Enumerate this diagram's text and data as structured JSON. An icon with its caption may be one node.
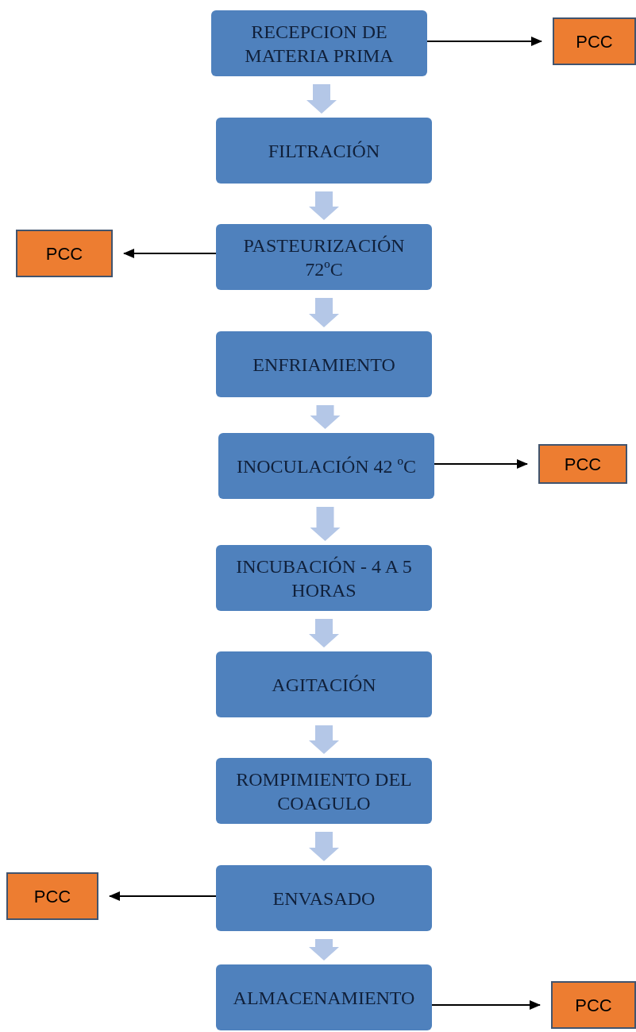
{
  "diagram": {
    "nodes": [
      {
        "text": [
          "RECEPCION DE MATERIA PRIMA"
        ]
      },
      {
        "text": [
          "FILTRACIÓN"
        ]
      },
      {
        "text": [
          "PASTEURIZACIÓN 72ºC"
        ]
      },
      {
        "text": [
          "ENFRIAMIENTO"
        ]
      },
      {
        "text": [
          "INOCULACIÓN 42 ºC"
        ]
      },
      {
        "text": [
          "INCUBACIÓN - 4 A 5 HORAS"
        ]
      },
      {
        "text": [
          "AGITACIÓN"
        ]
      },
      {
        "text": [
          "ROMPIMIENTO DEL COAGULO"
        ]
      },
      {
        "text": [
          "ENVASADO"
        ]
      },
      {
        "text": [
          "ALMACENAMIENTO"
        ]
      },
      {
        "text": [
          "PCC"
        ]
      },
      {
        "text": [
          "PCC"
        ]
      },
      {
        "text": [
          "PCC"
        ]
      },
      {
        "text": [
          "PCC"
        ]
      },
      {
        "text": [
          "PCC"
        ]
      }
    ],
    "edges": [
      {
        "from": 0,
        "to": 1,
        "arrow": "to"
      },
      {
        "from": 1,
        "to": 2,
        "arrow": "to"
      },
      {
        "from": 2,
        "to": 3,
        "arrow": "to"
      },
      {
        "from": 3,
        "to": 4,
        "arrow": "to"
      },
      {
        "from": 4,
        "to": 5,
        "arrow": "to"
      },
      {
        "from": 5,
        "to": 6,
        "arrow": "to"
      },
      {
        "from": 6,
        "to": 7,
        "arrow": "to"
      },
      {
        "from": 7,
        "to": 8,
        "arrow": "to"
      },
      {
        "from": 8,
        "to": 9,
        "arrow": "to"
      },
      {
        "from": 0,
        "to": 10,
        "arrow": "to",
        "color": "#000000"
      },
      {
        "from": 2,
        "to": 11,
        "arrow": "to",
        "color": "#000000"
      },
      {
        "from": 4,
        "to": 12,
        "arrow": "to",
        "color": "#000000"
      },
      {
        "from": 8,
        "to": 13,
        "arrow": "to",
        "color": "#000000"
      },
      {
        "from": 9,
        "to": 14,
        "arrow": "to",
        "color": "#000000"
      }
    ]
  }
}
